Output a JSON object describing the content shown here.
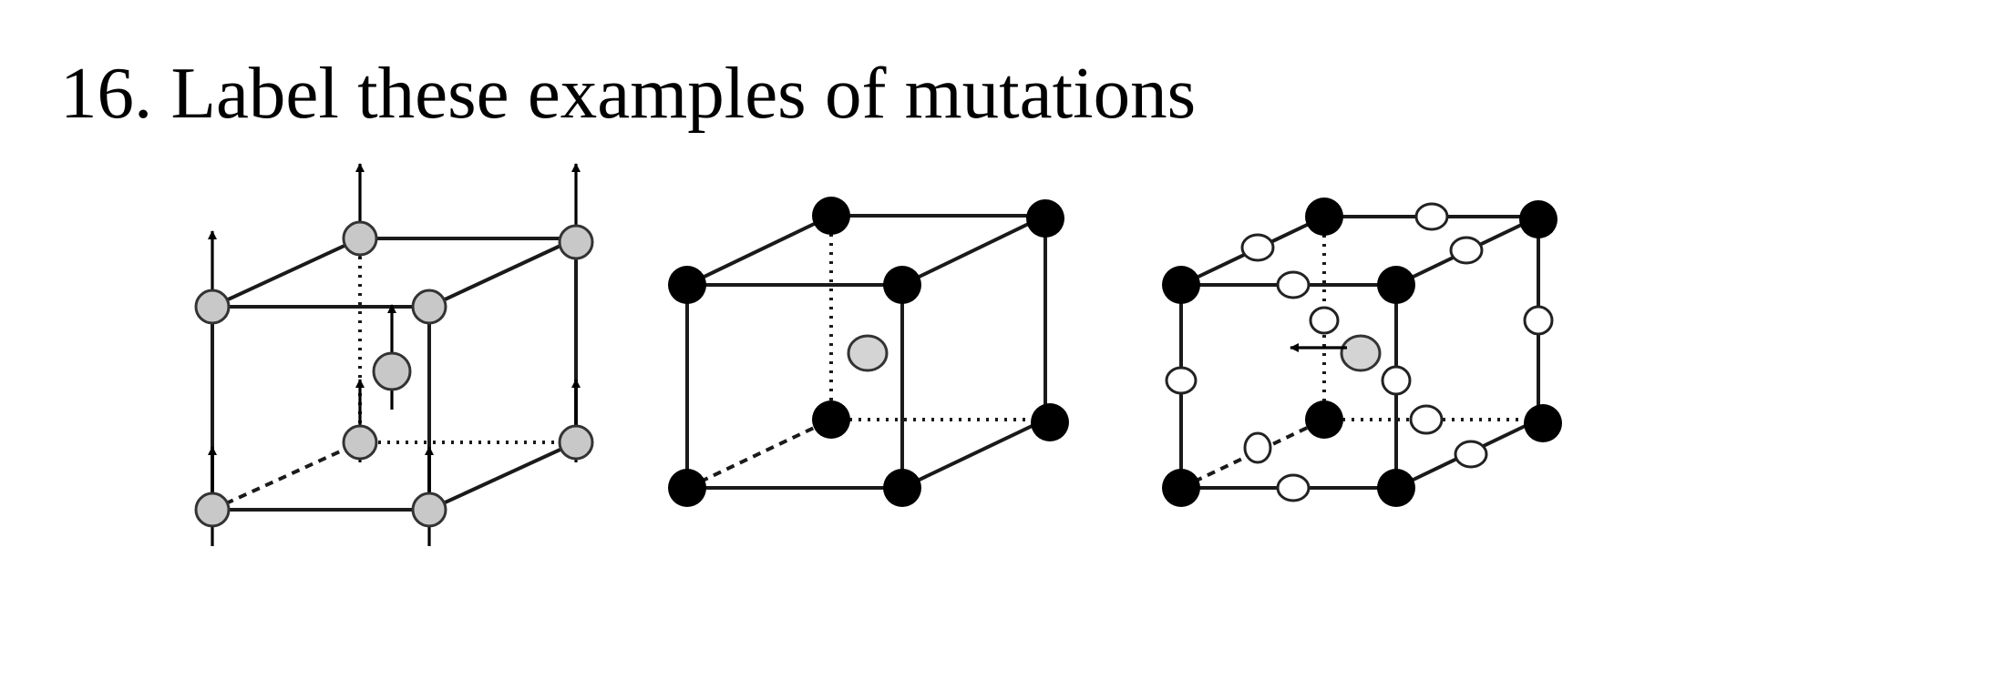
{
  "question": {
    "title": "16. Label these examples of mutations"
  },
  "diagrams": [
    {
      "id": "cube-1",
      "atoms": "gray",
      "arrows": "up"
    },
    {
      "id": "cube-2",
      "atoms": "black",
      "center_atom": "gray"
    },
    {
      "id": "cube-3",
      "atoms": "black",
      "edge_atoms": "white",
      "center_atom": "gray",
      "arrows": "left"
    }
  ],
  "colors": {
    "line": "#1a1a1a",
    "black_atom": "#000000",
    "gray_atom": "#c8c8c8",
    "white_atom": "#ffffff",
    "text": "#000000"
  }
}
